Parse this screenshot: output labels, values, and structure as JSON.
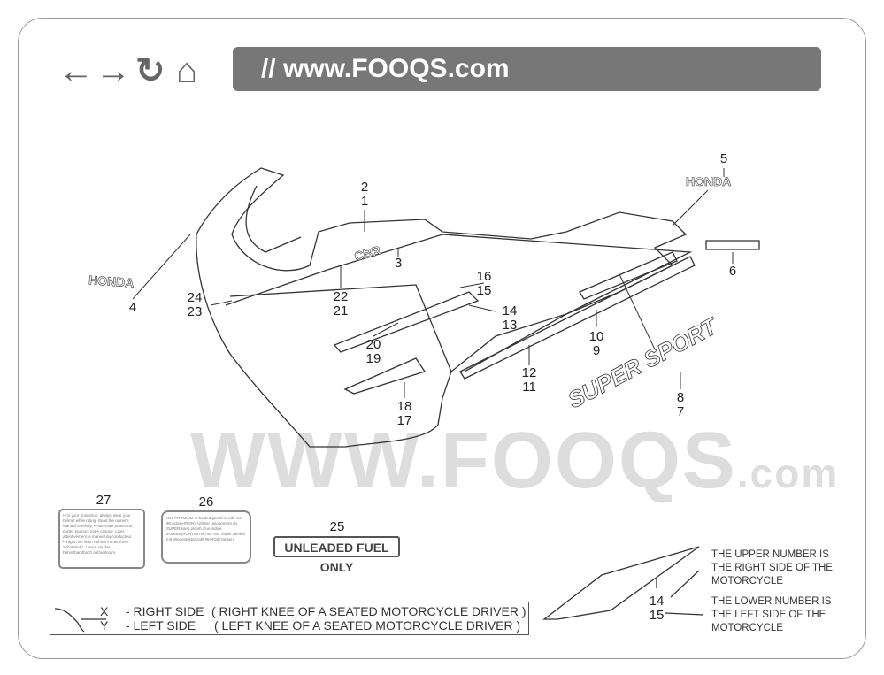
{
  "browser": {
    "back_icon": "arrow-left-icon",
    "forward_icon": "arrow-right-icon",
    "reload_icon": "reload-icon",
    "home_icon": "home-icon",
    "url": "// www.FOOQS.com"
  },
  "watermark": {
    "main": "WWW.FOOQS",
    "suffix": ".com"
  },
  "callouts": {
    "n1": "1",
    "n2": "2",
    "n3": "3",
    "n4": "4",
    "n5": "5",
    "n6": "6",
    "n7": "7",
    "n8": "8",
    "n9": "9",
    "n10": "10",
    "n11": "11",
    "n12": "12",
    "n13": "13",
    "n14": "14",
    "n15": "15",
    "n16": "16",
    "n17": "17",
    "n18": "18",
    "n19": "19",
    "n20": "20",
    "n21": "21",
    "n22": "22",
    "n23": "23",
    "n24": "24",
    "n25": "25",
    "n26": "26",
    "n27": "27"
  },
  "decals": {
    "honda": "HONDA",
    "cbr": "CBR",
    "super_sport": "SUPER SPORT"
  },
  "labels": {
    "l27": "•For your protection, always wear your helmet while riding. Read the owner's manual carefully. •Pour votre protection, portez toujours votre casque. Lisez attentivement le manuel du conducteur. •Tragen sie beim Fahren immer Ihren Schutzhelm. Lesen sie das Fahrerhandbuch aufmerksam.",
    "l26": "Use PREMIUM unleaded gasoline with min 95 octane(RON). Utiliser uniquement du SUPER sans plomb d'un indice d'octane(RON) de min 95. Nur Super Bleifrei mit Mindestoktanzahl 95(ROZ) tanken.",
    "l25": "UNLEADED FUEL ONLY"
  },
  "legend": {
    "x": "X",
    "x_text": "- RIGHT SIDE",
    "x_desc": "( RIGHT KNEE OF A SEATED MOTORCYCLE DRIVER )",
    "y": "Y",
    "y_text": "- LEFT SIDE",
    "y_desc": "( LEFT KNEE OF A SEATED MOTORCYCLE DRIVER )"
  },
  "note": {
    "upper_num": "14",
    "lower_num": "15",
    "upper_text": "THE UPPER NUMBER IS THE RIGHT SIDE OF THE MOTORCYCLE",
    "lower_text": "THE LOWER NUMBER IS THE LEFT SIDE OF THE MOTORCYCLE"
  }
}
